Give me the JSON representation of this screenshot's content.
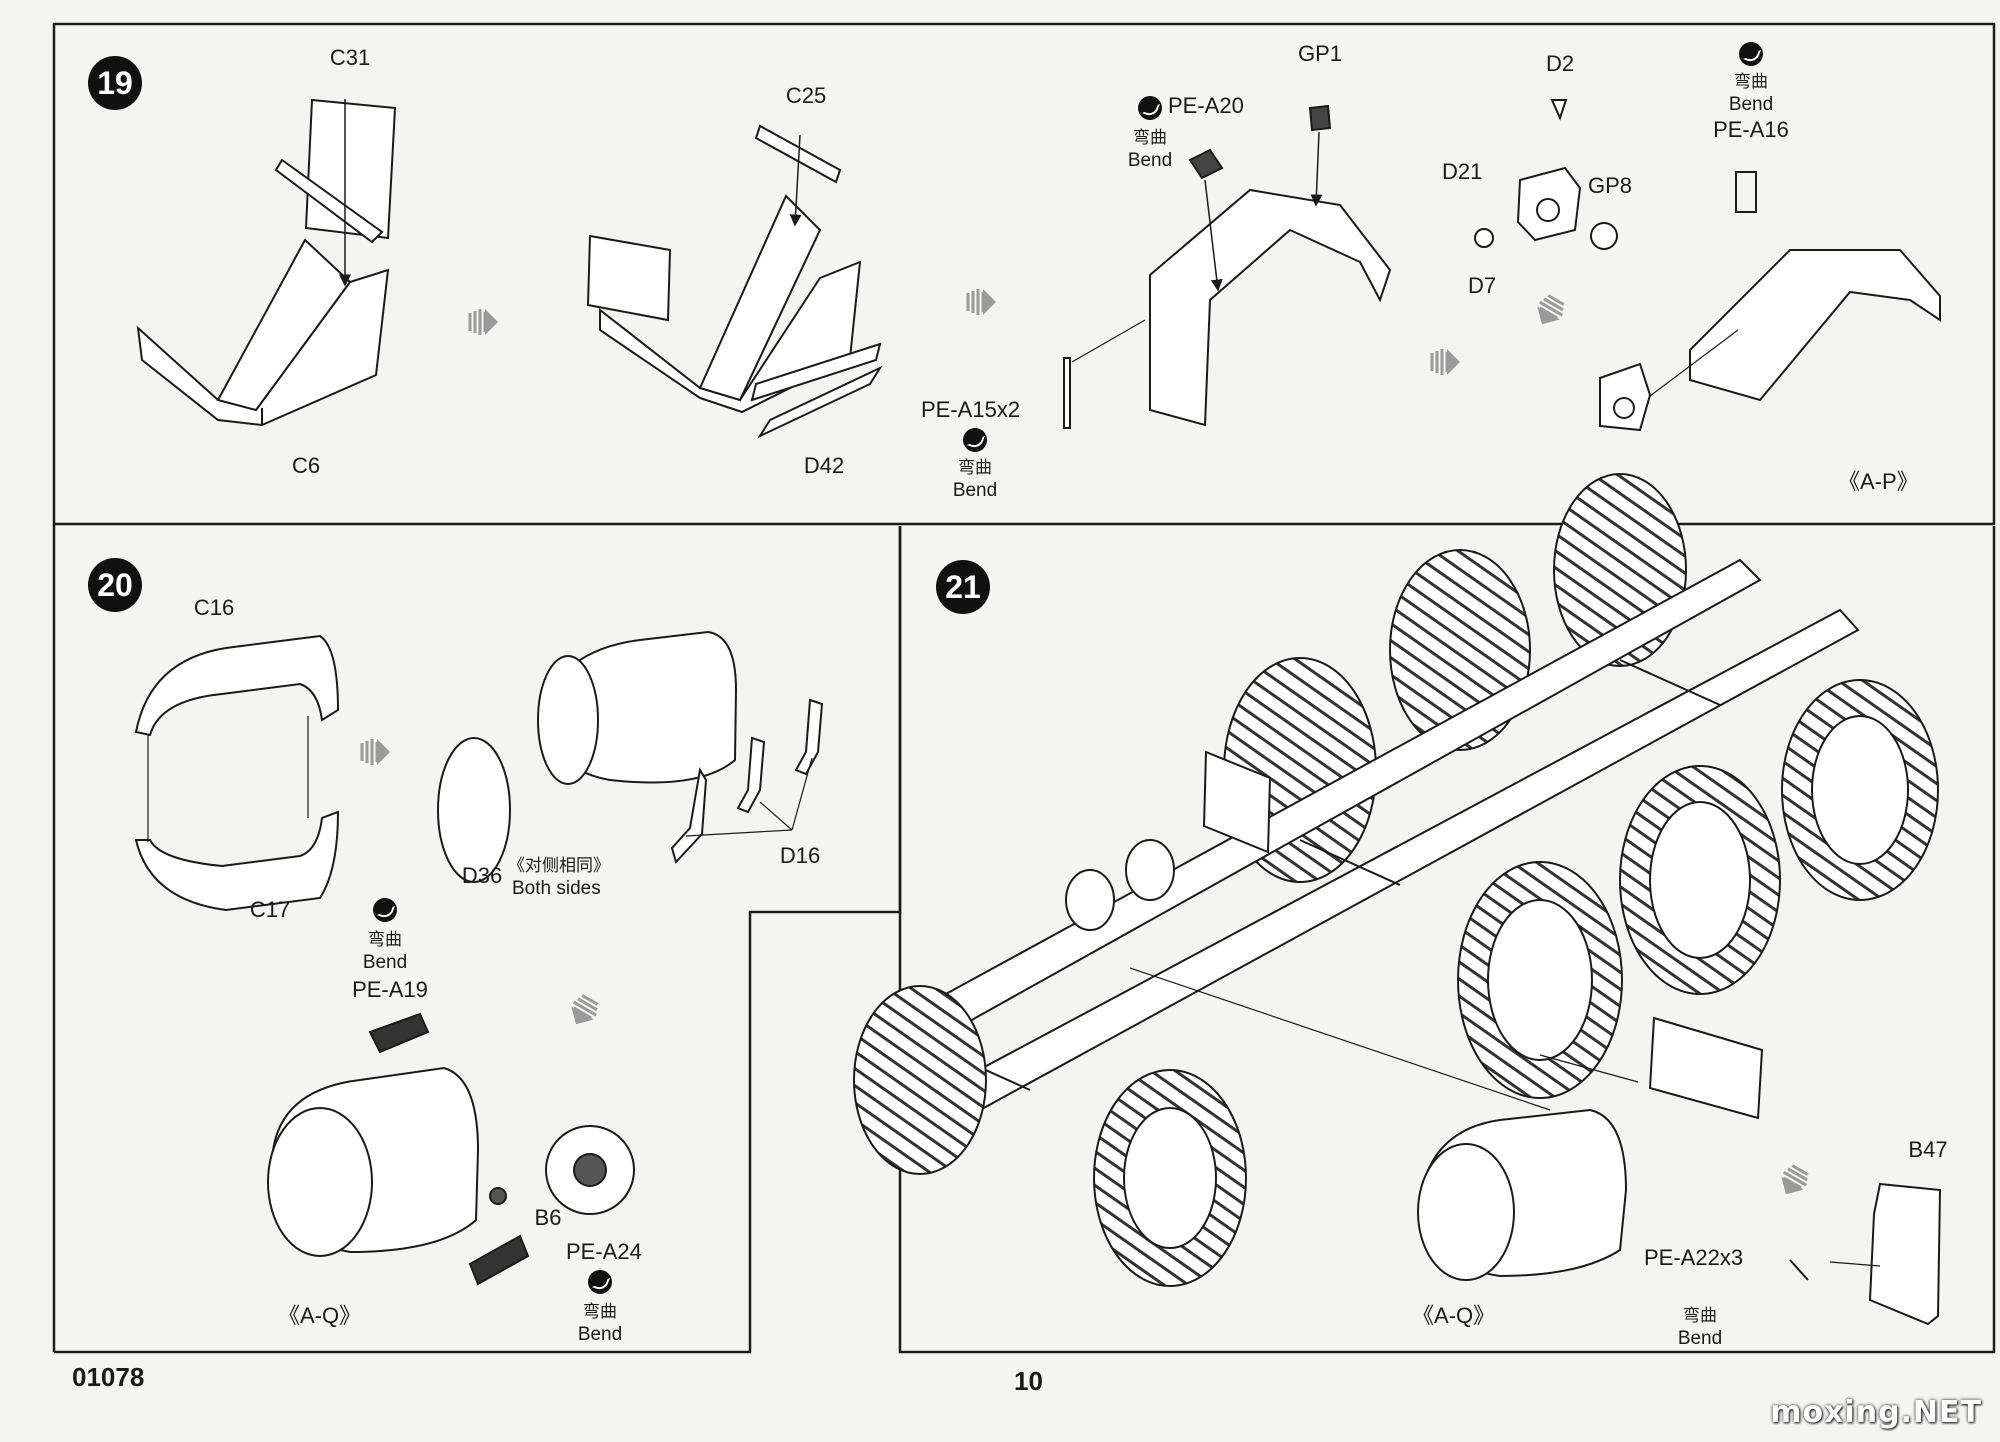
{
  "page": {
    "doc_number": "01078",
    "page_number": "10",
    "watermark": "moxing.NET"
  },
  "bend": {
    "cn": "弯曲",
    "en": "Bend"
  },
  "steps": [
    {
      "number": "19"
    },
    {
      "number": "20"
    },
    {
      "number": "21"
    }
  ],
  "step19": {
    "parts": [
      "C31",
      "C6",
      "C25",
      "D42",
      "PE-A20",
      "GP1",
      "PE-A15x2",
      "D2",
      "D21",
      "GP8",
      "D7",
      "PE-A16"
    ],
    "subassembly": "《A-P》"
  },
  "step20": {
    "parts": [
      "C16",
      "C17",
      "D36",
      "D16",
      "PE-A19",
      "B6",
      "PE-A24"
    ],
    "both_sides_cn": "《对侧相同》",
    "both_sides_en": "Both sides",
    "subassembly": "《A-Q》"
  },
  "step21": {
    "parts": [
      "B47",
      "PE-A22x3"
    ],
    "subassembly": "《A-Q》"
  },
  "colors": {
    "ink": "#1a1a1a",
    "paper": "#f4f4f2",
    "part_fill": "#ffffff",
    "arrow_gray": "#9a9a9a"
  }
}
